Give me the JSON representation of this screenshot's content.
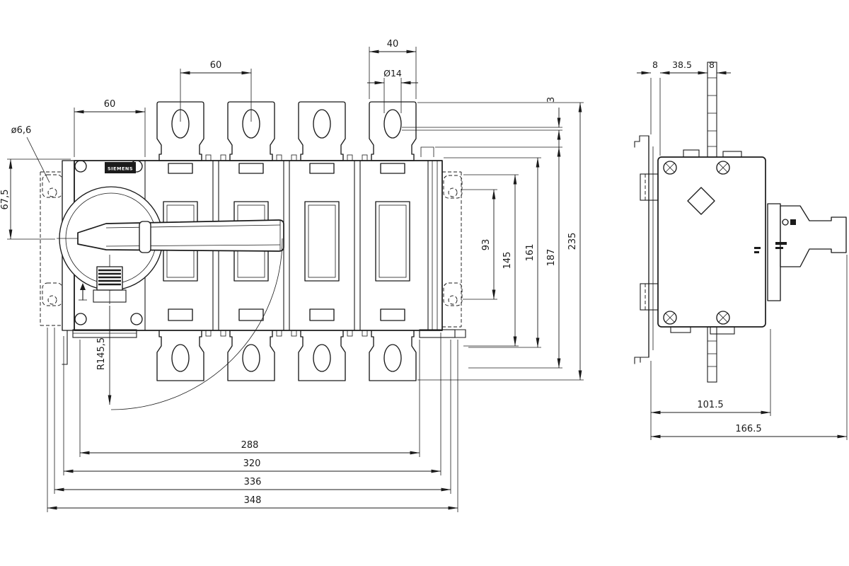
{
  "badge": "SIEMENS",
  "front": {
    "dim_mech_width": "60",
    "dim_pole_pitch": "60",
    "dim_lug_width": "40",
    "dim_hole_dia": "Ø14",
    "dim_slot_dia": "ø6,6",
    "dim_handle_height": "67,5",
    "dim_tab_thickness": "3",
    "dim_93": "93",
    "dim_145": "145",
    "dim_161": "161",
    "dim_187": "187",
    "dim_235": "235",
    "dim_handle_radius": "R145,5",
    "dim_288": "288",
    "dim_320": "320",
    "dim_336": "336",
    "dim_348": "348"
  },
  "side": {
    "dim_8_left": "8",
    "dim_38_5": "38.5",
    "dim_8_right": "8",
    "dim_101_5": "101.5",
    "dim_166_5": "166.5"
  }
}
